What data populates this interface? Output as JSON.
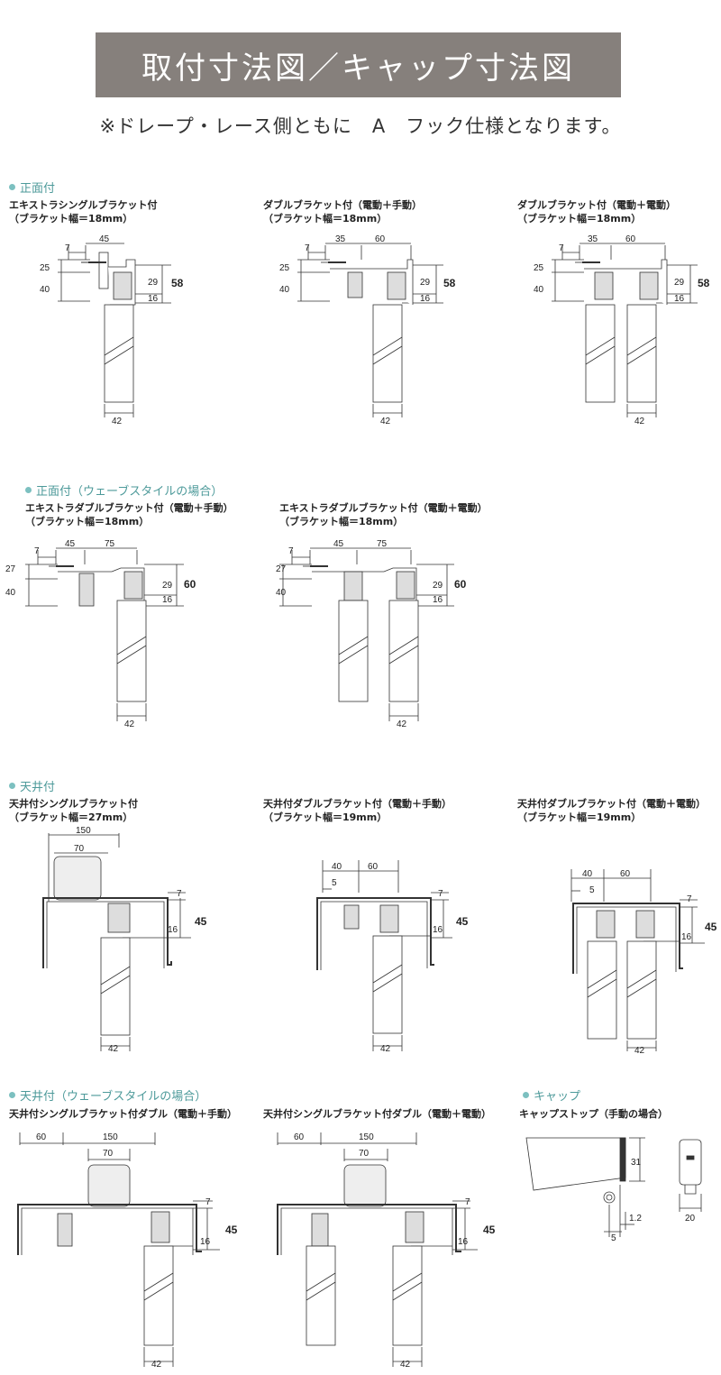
{
  "header": {
    "title": "取付寸法図／キャップ寸法図",
    "note": "※ドレープ・レース側ともに　A　フック仕様となります。"
  },
  "sections": {
    "front": "正面付",
    "front_wave": "正面付（ウェーブスタイルの場合）",
    "ceiling": "天井付",
    "ceiling_wave": "天井付（ウェーブスタイルの場合）",
    "cap": "キャップ"
  },
  "captions": {
    "f1": [
      "エキストラシングルブラケット付",
      "（ブラケット幅＝18mm）"
    ],
    "f2": [
      "ダブルブラケット付（電動＋手動）",
      "（ブラケット幅＝18mm）"
    ],
    "f3": [
      "ダブルブラケット付（電動＋電動）",
      "（ブラケット幅＝18mm）"
    ],
    "w1": [
      "エキストラダブルブラケット付（電動＋手動）",
      "（ブラケット幅＝18mm）"
    ],
    "w2": [
      "エキストラダブルブラケット付（電動＋電動）",
      "（ブラケット幅＝18mm）"
    ],
    "c1": [
      "天井付シングルブラケット付",
      "（ブラケット幅＝27mm）"
    ],
    "c2": [
      "天井付ダブルブラケット付（電動＋手動）",
      "（ブラケット幅＝19mm）"
    ],
    "c3": [
      "天井付ダブルブラケット付（電動＋電動）",
      "（ブラケット幅＝19mm）"
    ],
    "cw1": [
      "天井付シングルブラケット付ダブル（電動＋手動）"
    ],
    "cw2": [
      "天井付シングルブラケット付ダブル（電動＋電動）"
    ],
    "cap1": [
      "キャップストップ（手動の場合）"
    ]
  },
  "dims": {
    "f1": {
      "a": "7",
      "b": "45",
      "c": "25",
      "d": "40",
      "e": "29",
      "f": "16",
      "g": "58",
      "h": "42"
    },
    "f2": {
      "a": "7",
      "b": "35",
      "c": "60",
      "d": "25",
      "e": "40",
      "f": "29",
      "g": "16",
      "h": "58",
      "i": "42"
    },
    "f3": {
      "a": "7",
      "b": "35",
      "c": "60",
      "d": "25",
      "e": "40",
      "f": "29",
      "g": "16",
      "h": "58",
      "i": "42"
    },
    "w1": {
      "a": "7",
      "b": "45",
      "c": "75",
      "d": "27",
      "e": "40",
      "f": "29",
      "g": "16",
      "h": "60",
      "i": "42"
    },
    "w2": {
      "a": "7",
      "b": "45",
      "c": "75",
      "d": "27",
      "e": "40",
      "f": "29",
      "g": "16",
      "h": "60",
      "i": "42"
    },
    "c1": {
      "a": "150",
      "b": "70",
      "c": "7",
      "d": "16",
      "e": "45",
      "f": "42"
    },
    "c2": {
      "a": "40",
      "b": "60",
      "c": "5",
      "d": "7",
      "e": "16",
      "f": "45",
      "g": "42"
    },
    "c3": {
      "a": "40",
      "b": "60",
      "c": "5",
      "d": "7",
      "e": "16",
      "f": "45",
      "g": "42"
    },
    "cw1": {
      "a": "60",
      "b": "150",
      "c": "70",
      "d": "7",
      "e": "16",
      "f": "45",
      "g": "42"
    },
    "cw2": {
      "a": "60",
      "b": "150",
      "c": "70",
      "d": "7",
      "e": "16",
      "f": "45",
      "g": "42"
    },
    "cap": {
      "a": "31",
      "b": "1.2",
      "c": "5",
      "d": "20"
    }
  },
  "colors": {
    "banner": "#86807c",
    "accent": "#4d9a9a",
    "dot": "#7cc0c0"
  }
}
